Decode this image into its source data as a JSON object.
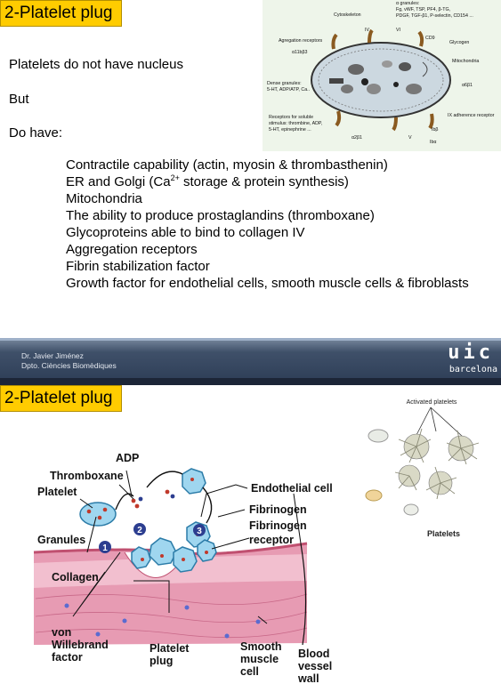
{
  "slide1": {
    "title": "2-Platelet plug",
    "intro": "Platelets do not have nucleus",
    "but": "But",
    "do_have": "Do have:",
    "bullets": [
      "Contractile capability (actin, myosin & thrombasthenin)",
      "ER and Golgi (Ca",
      "Mitochondria",
      "The ability to produce prostaglandins (thromboxane)",
      "Glycoproteins able to bind to collagen IV",
      "Aggregation receptors",
      "Fibrin stabilization factor",
      "Growth factor for endothelial cells, smooth muscle cells & fibroblasts"
    ],
    "bullet2_sup": "2+",
    "bullet2_rest": " storage & protein synthesis)",
    "diagram": {
      "alpha_granules": "α granules:",
      "alpha_list1": "Fg, vWF, TSP, PF4, β-TG,",
      "alpha_list2": "PDGF, TGF-β1, P-selectin, CD154 ...",
      "cytoskeleton": "Cytoskeleton",
      "iv": "IV",
      "vi": "VI",
      "cd9": "CD9",
      "glycogen": "Glycogen",
      "agg_receptors": "Agregation receptors",
      "a2b3": "α11bβ3",
      "mitochondria": "Mitochondria",
      "dense1": "Dense granules:",
      "dense2": "5-HT, ADP/ATP, Ca..",
      "a6b1": "α6β1",
      "ix": "IX adherence receptor",
      "recep1": "Receptors for soluble",
      "recep2": "stimulus: thrombine, ADP,",
      "recep3": "5-HT, epinephrine ...",
      "ib_b": "Ibβ",
      "a2b1": "α2β1",
      "v": "V",
      "ib_a": "Ibα"
    }
  },
  "footer": {
    "author": "Dr. Javier Jiménez",
    "dept": "Dpto. Ciències Biomèdiques",
    "logo": "uic",
    "city": "barcelona"
  },
  "slide2": {
    "title": "2-Platelet plug",
    "activated": "Activated platelets",
    "platelets": "Platelets",
    "labels": {
      "adp": "ADP",
      "thromboxane": "Thromboxane",
      "platelet": "Platelet",
      "granules": "Granules",
      "collagen": "Collagen",
      "endothelial": "Endothelial cell",
      "fibrinogen": "Fibrinogen",
      "fib_receptor1": "Fibrinogen",
      "fib_receptor2": "receptor",
      "vwf1": "von",
      "vwf2": "Willebrand",
      "vwf3": "factor",
      "plug1": "Platelet",
      "plug2": "plug",
      "smooth1": "Smooth",
      "smooth2": "muscle",
      "smooth3": "cell",
      "wall1": "Blood",
      "wall2": "vessel",
      "wall3": "wall",
      "step1": "1",
      "step2": "2",
      "step3": "3"
    }
  }
}
